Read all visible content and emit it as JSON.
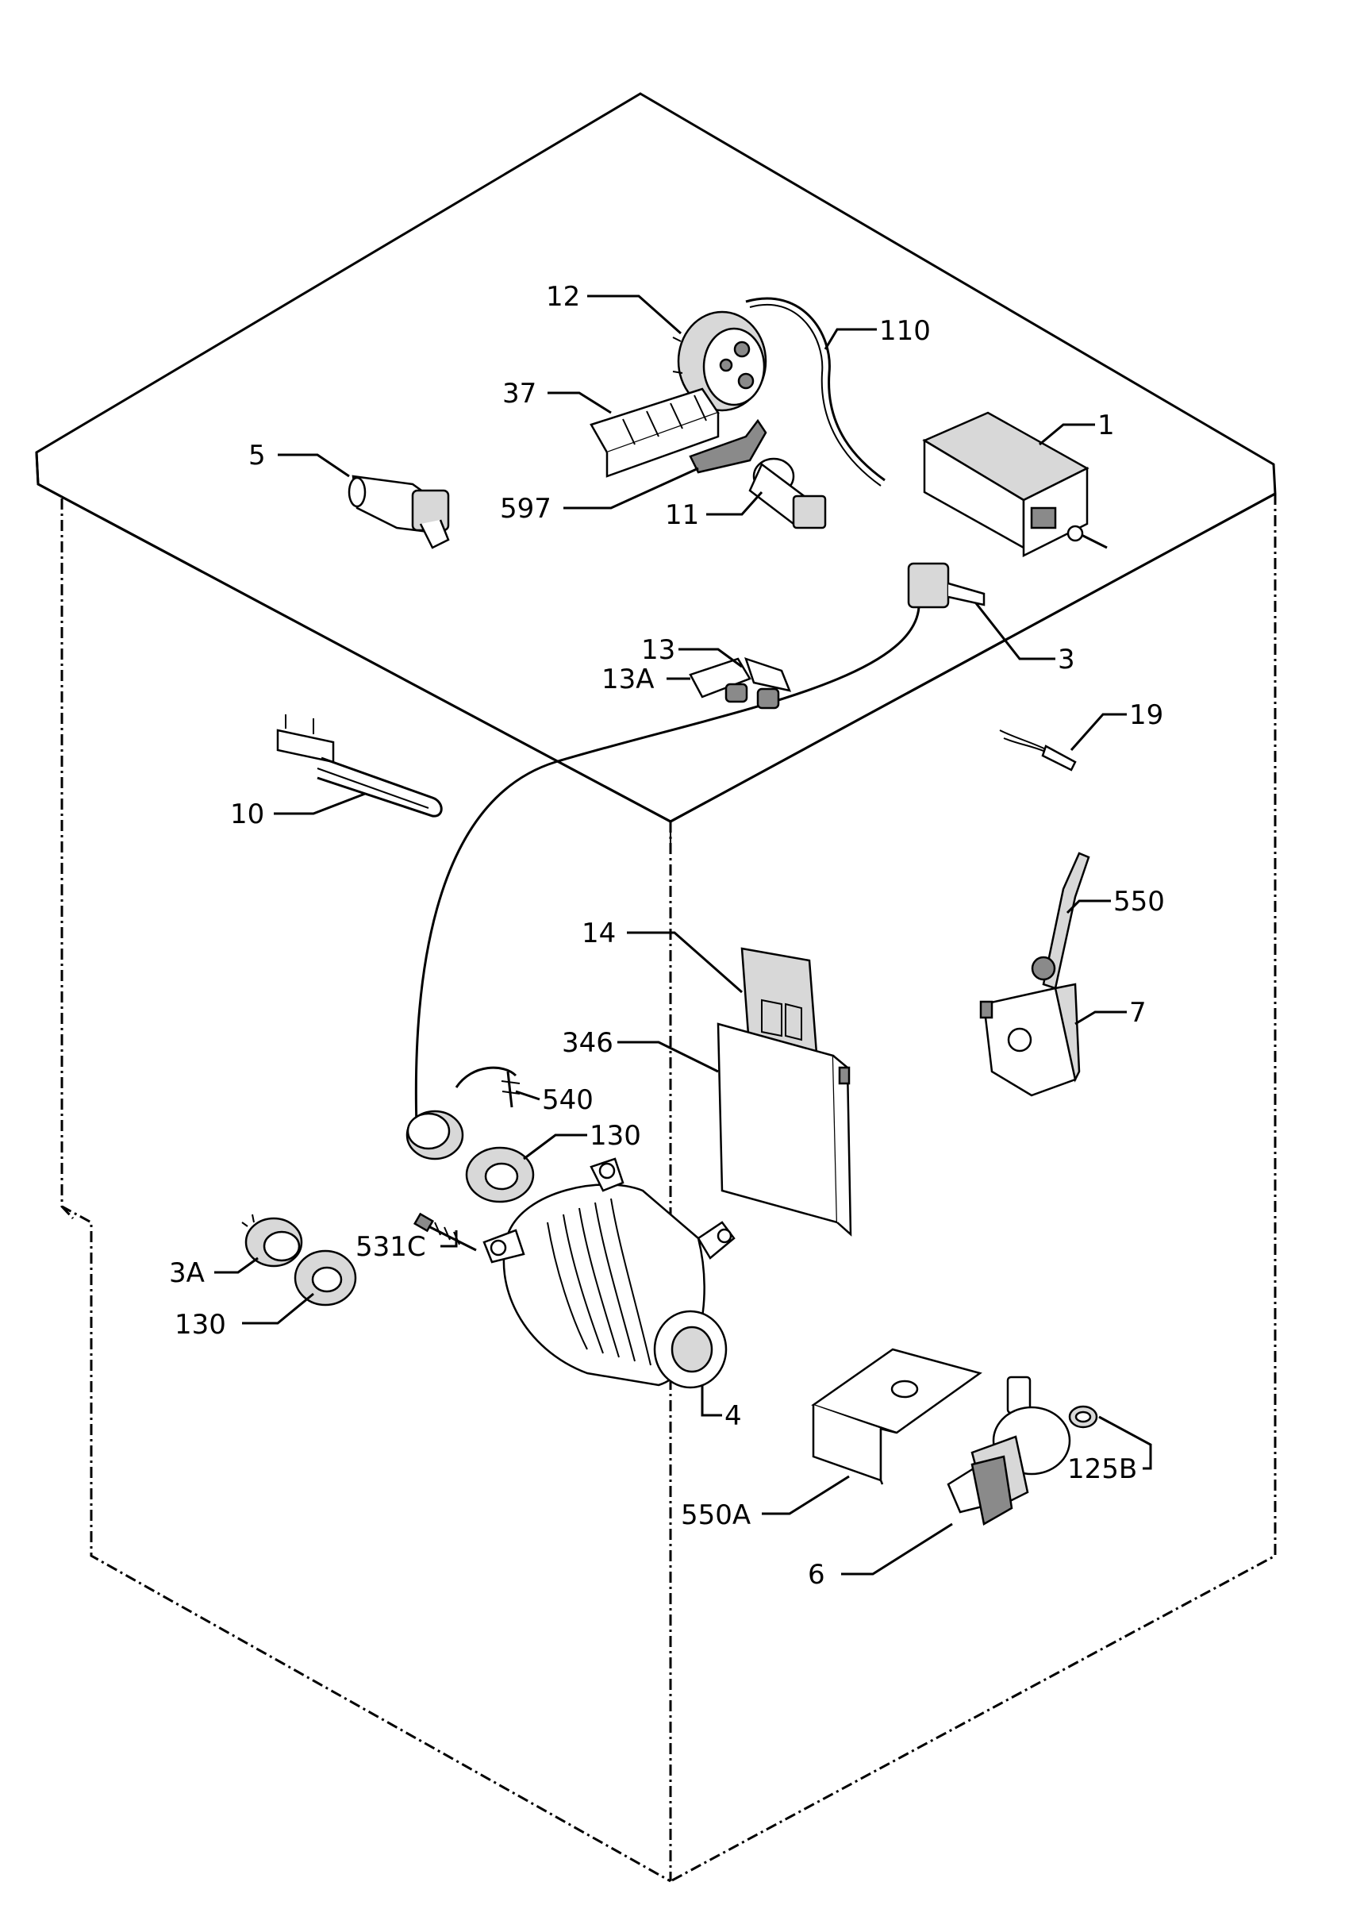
{
  "labels": {
    "l12": "12",
    "l110": "110",
    "l37": "37",
    "l5": "5",
    "l1": "1",
    "l597": "597",
    "l11": "11",
    "l3": "3",
    "l13": "13",
    "l13a": "13A",
    "l19": "19",
    "l10": "10",
    "l550": "550",
    "l14": "14",
    "l346": "346",
    "l7": "7",
    "l540": "540",
    "l130a": "130",
    "l531c": "531C",
    "l3a": "3A",
    "l130b": "130",
    "l4": "4",
    "l125b": "125B",
    "l550a": "550A",
    "l6": "6"
  }
}
